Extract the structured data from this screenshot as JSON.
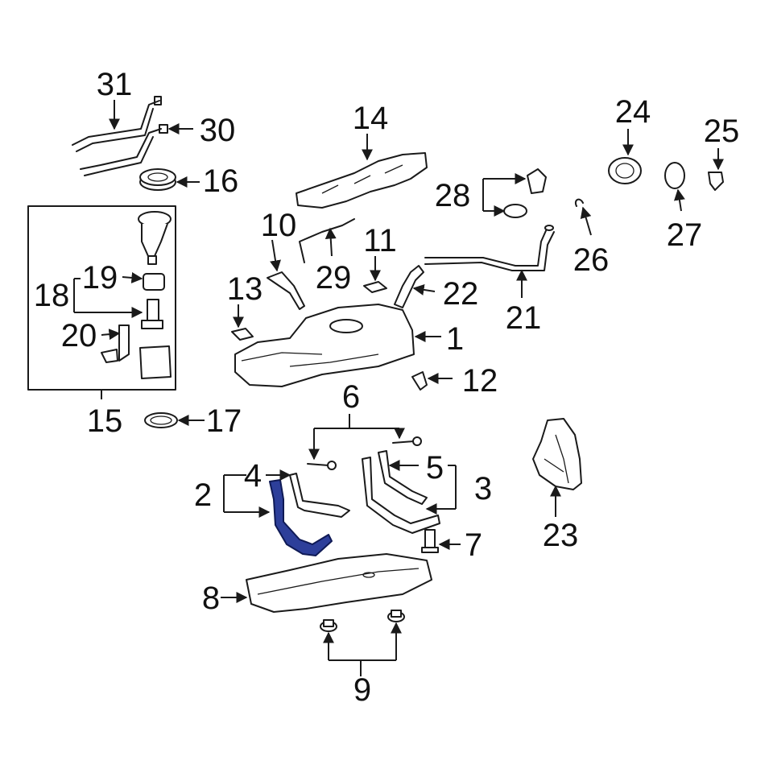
{
  "callouts": {
    "n1": "1",
    "n2": "2",
    "n3": "3",
    "n4": "4",
    "n5": "5",
    "n6": "6",
    "n7": "7",
    "n8": "8",
    "n9": "9",
    "n10": "10",
    "n11": "11",
    "n12": "12",
    "n13": "13",
    "n14": "14",
    "n15": "15",
    "n16": "16",
    "n17": "17",
    "n18": "18",
    "n19": "19",
    "n20": "20",
    "n21": "21",
    "n22": "22",
    "n23": "23",
    "n24": "24",
    "n25": "25",
    "n26": "26",
    "n27": "27",
    "n28": "28",
    "n29": "29",
    "n30": "30",
    "n31": "31"
  },
  "highlight_color": "#2d3f9a",
  "highlighted_part": "2"
}
